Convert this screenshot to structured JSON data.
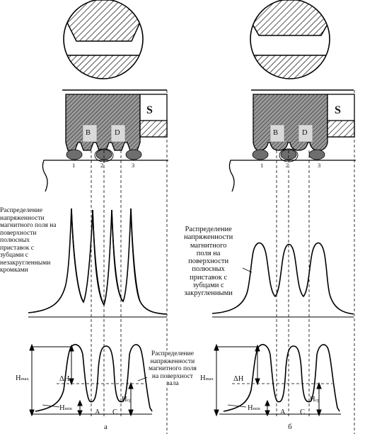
{
  "panels": {
    "a": {
      "pole_labels": [
        "B",
        "D"
      ],
      "contact_numbers": [
        "1",
        "2",
        "3"
      ],
      "magnet_label": "S",
      "caption": "а",
      "pole_field_text": "Распределение\nнапряженности\nмагнитного поля на\nповерхности\nполюсных\nприставок с\nзубцами с\nнезакругленными\nкромками",
      "shaft_field_text": "Распределение\nнапряженности\nмагнитного поля\nна поверхност\nвала",
      "h_max": "H",
      "h_max_sub": "max",
      "delta_h": "ΔH",
      "h_min": "H",
      "h_min_sub": "min",
      "h_cp": "H",
      "h_cp_sub": "cp",
      "zone_a": "A",
      "zone_c": "C"
    },
    "b": {
      "pole_labels": [
        "B",
        "D"
      ],
      "contact_numbers": [
        "1",
        "2",
        "3"
      ],
      "magnet_label": "S",
      "caption": "б",
      "pole_field_text": "Распределение\nнапряженности\nмагнитного\nполя на\nповерхности\nполюсных\nприставок с\nзубцами  с\nзакругленными",
      "h_max": "H",
      "h_max_sub": "max",
      "delta_h": "ΔH",
      "h_min": "H",
      "h_min_sub": "min",
      "h_cp": "H",
      "h_cp_sub": "cp",
      "zone_a": "A",
      "zone_c": "C"
    }
  }
}
